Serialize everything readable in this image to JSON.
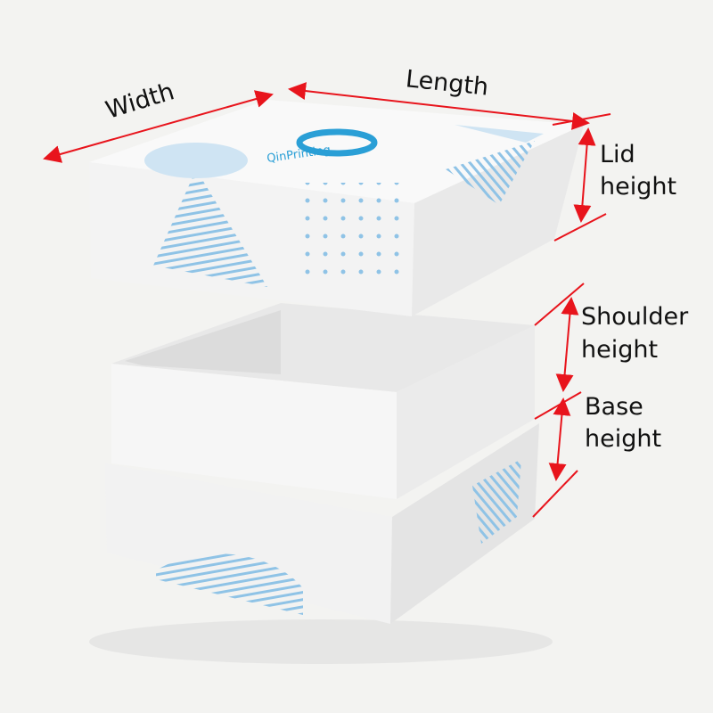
{
  "labels": {
    "width": "Width",
    "length": "Length",
    "lid_height": [
      "Lid",
      "height"
    ],
    "shoulder_height": [
      "Shoulder",
      "height"
    ],
    "base_height": [
      "Base",
      "height"
    ]
  },
  "logo": {
    "text": "QinPrinting",
    "color": "#2a9fd6"
  },
  "colors": {
    "arrow": "#e8141c",
    "pattern": "#8fc3e6",
    "box": "#f7f7f7"
  }
}
